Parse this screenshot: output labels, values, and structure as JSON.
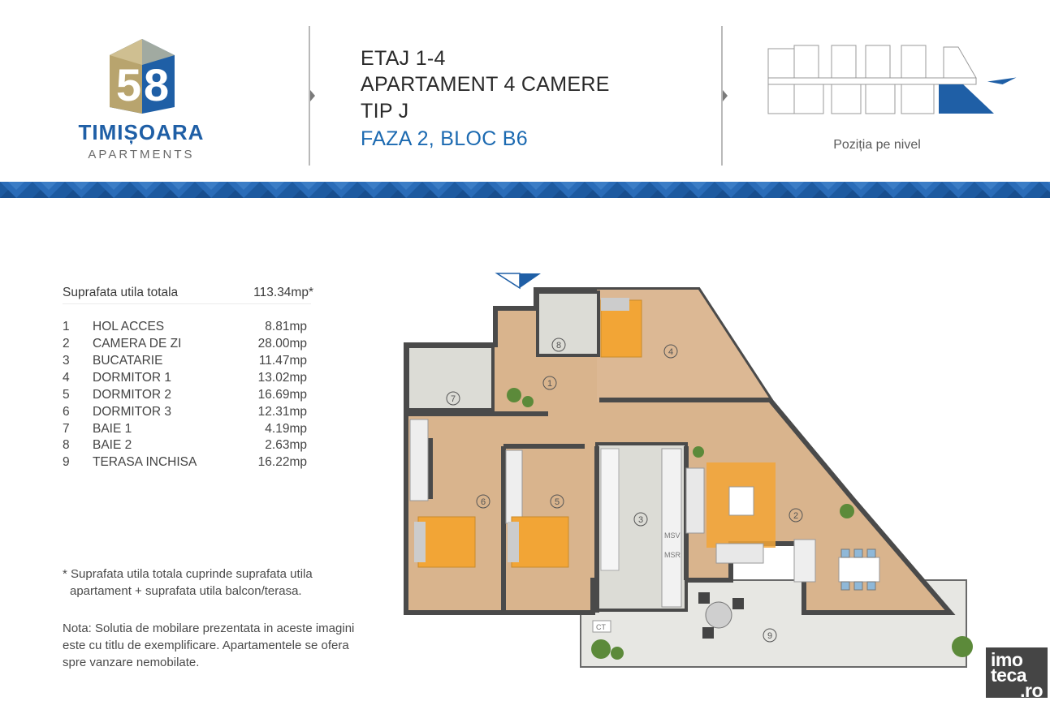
{
  "brand": {
    "name": "TIMIȘOARA",
    "subtitle": "APARTMENTS",
    "logo_number": "58",
    "colors": {
      "blue": "#1f5fa6",
      "gold": "#b8a46e",
      "grey": "#6a6a6a"
    }
  },
  "header": {
    "line1": "ETAJ 1-4",
    "line2": "APARTAMENT 4 CAMERE",
    "line3": "TIP J",
    "line4": "FAZA 2, BLOC B6",
    "position_label": "Poziția pe nivel"
  },
  "areas": {
    "total_label": "Suprafata utila totala",
    "total_value": "113.34mp*",
    "rooms": [
      {
        "num": "1",
        "name": "HOL ACCES",
        "value": "8.81mp"
      },
      {
        "num": "2",
        "name": "CAMERA DE ZI",
        "value": "28.00mp"
      },
      {
        "num": "3",
        "name": "BUCATARIE",
        "value": "11.47mp"
      },
      {
        "num": "4",
        "name": "DORMITOR 1",
        "value": "13.02mp"
      },
      {
        "num": "5",
        "name": "DORMITOR 2",
        "value": "16.69mp"
      },
      {
        "num": "6",
        "name": "DORMITOR 3",
        "value": "12.31mp"
      },
      {
        "num": "7",
        "name": "BAIE 1",
        "value": "4.19mp"
      },
      {
        "num": "8",
        "name": "BAIE 2",
        "value": "2.63mp"
      },
      {
        "num": "9",
        "name": "TERASA INCHISA",
        "value": "16.22mp"
      }
    ]
  },
  "notes": {
    "footnote_1": "* Suprafata utila totala cuprinde suprafata utila",
    "footnote_2": "apartament + suprafata utila balcon/terasa.",
    "nota_1": "Nota: Solutia de mobilare prezentata in aceste imagini",
    "nota_2": "este cu titlu de exemplificare. Apartamentele se ofera",
    "nota_3": "spre vanzare nemobilate."
  },
  "plan": {
    "room_markers": [
      "1",
      "2",
      "3",
      "4",
      "5",
      "6",
      "7",
      "8",
      "9"
    ],
    "appliance_labels": {
      "dishwasher": "MSV",
      "washer": "MSR",
      "boiler": "CT"
    },
    "colors": {
      "floor_wood": "#d9b48d",
      "tile": "#dcdcd6",
      "wall": "#ffffff",
      "wall_outline": "#4a4a4a",
      "bed": "#f2a536",
      "rug": "#f2a536",
      "accent_blue": "#1f5fa6"
    }
  },
  "watermark": {
    "line1": "imo",
    "line2": "teca",
    "line3": ".ro"
  }
}
